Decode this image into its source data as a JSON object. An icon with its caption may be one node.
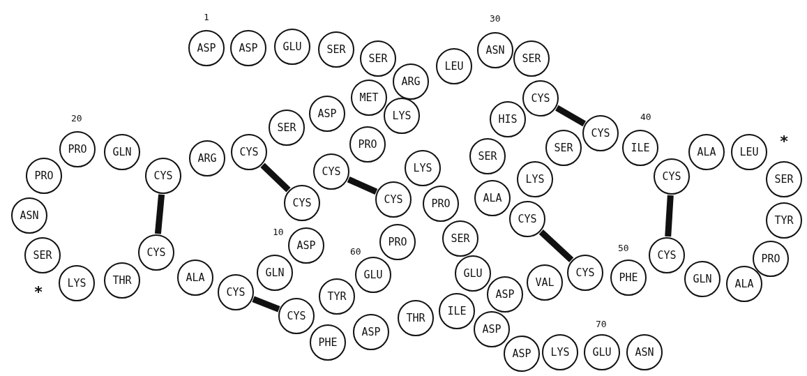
{
  "diagram": {
    "nodes": [
      {
        "text": [
          "ASP"
        ]
      },
      {
        "text": [
          "ASP"
        ]
      },
      {
        "text": [
          "GLU"
        ]
      },
      {
        "text": [
          "SER"
        ]
      },
      {
        "text": [
          "ASN"
        ]
      },
      {
        "text": [
          "SER"
        ]
      },
      {
        "text": [
          "SER"
        ]
      },
      {
        "text": [
          "LEU"
        ]
      },
      {
        "text": [
          "ARG"
        ]
      },
      {
        "text": [
          "MET"
        ]
      },
      {
        "text": [
          "CYS"
        ]
      },
      {
        "text": [
          "ASP"
        ]
      },
      {
        "text": [
          "LYS"
        ]
      },
      {
        "text": [
          "HIS"
        ]
      },
      {
        "text": [
          "SER"
        ]
      },
      {
        "text": [
          "CYS"
        ]
      },
      {
        "text": [
          "PRO"
        ]
      },
      {
        "text": [
          "PRO"
        ]
      },
      {
        "text": [
          "SER"
        ]
      },
      {
        "text": [
          "ILE"
        ]
      },
      {
        "text": [
          "GLN"
        ]
      },
      {
        "text": [
          "CYS"
        ]
      },
      {
        "text": [
          "ALA"
        ]
      },
      {
        "text": [
          "LEU"
        ]
      },
      {
        "text": [
          "SER"
        ]
      },
      {
        "text": [
          "ARG"
        ]
      },
      {
        "text": [
          "LYS"
        ]
      },
      {
        "text": [
          "CYS"
        ]
      },
      {
        "text": [
          "PRO"
        ]
      },
      {
        "text": [
          "CYS"
        ]
      },
      {
        "text": [
          "CYS"
        ]
      },
      {
        "text": [
          "LYS"
        ]
      },
      {
        "text": [
          "SER"
        ]
      },
      {
        "text": [
          "ALA"
        ]
      },
      {
        "text": [
          "CYS"
        ]
      },
      {
        "text": [
          "CYS"
        ]
      },
      {
        "text": [
          "PRO"
        ]
      },
      {
        "text": [
          "ASN"
        ]
      },
      {
        "text": [
          "CYS"
        ]
      },
      {
        "text": [
          "TYR"
        ]
      },
      {
        "text": [
          "PRO"
        ]
      },
      {
        "text": [
          "SER"
        ]
      },
      {
        "text": [
          "ASP"
        ]
      },
      {
        "text": [
          "CYS"
        ]
      },
      {
        "text": [
          "SER"
        ]
      },
      {
        "text": [
          "CYS"
        ]
      },
      {
        "text": [
          "PRO"
        ]
      },
      {
        "text": [
          "GLN"
        ]
      },
      {
        "text": [
          "CYS"
        ]
      },
      {
        "text": [
          "GLU"
        ]
      },
      {
        "text": [
          "ALA"
        ]
      },
      {
        "text": [
          "PHE"
        ]
      },
      {
        "text": [
          "GLN"
        ]
      },
      {
        "text": [
          "GLU"
        ]
      },
      {
        "text": [
          "THR"
        ]
      },
      {
        "text": [
          "VAL"
        ]
      },
      {
        "text": [
          "LYS"
        ]
      },
      {
        "text": [
          "ALA"
        ]
      },
      {
        "text": [
          "CYS"
        ]
      },
      {
        "text": [
          "ASP"
        ]
      },
      {
        "text": [
          "TYR"
        ]
      },
      {
        "text": [
          "ILE"
        ]
      },
      {
        "text": [
          "CYS"
        ]
      },
      {
        "text": [
          "THR"
        ]
      },
      {
        "text": [
          "ASP"
        ]
      },
      {
        "text": [
          "ASP"
        ]
      },
      {
        "text": [
          "PHE"
        ]
      },
      {
        "text": [
          "ASP"
        ]
      },
      {
        "text": [
          "LYS"
        ]
      },
      {
        "text": [
          "GLU"
        ]
      },
      {
        "text": [
          "ASN"
        ]
      }
    ],
    "edges": [
      {
        "from": 10,
        "to": 15,
        "arrow": "none"
      },
      {
        "from": 21,
        "to": 35,
        "arrow": "none"
      },
      {
        "from": 27,
        "to": 34,
        "arrow": "none"
      },
      {
        "from": 29,
        "to": 43,
        "arrow": "none"
      },
      {
        "from": 30,
        "to": 45,
        "arrow": "none"
      },
      {
        "from": 38,
        "to": 48,
        "arrow": "none"
      },
      {
        "from": 58,
        "to": 62,
        "arrow": "none"
      }
    ],
    "labels": [
      "1",
      "30",
      "40",
      "20",
      "*",
      "10",
      "50",
      "60",
      "*",
      "70"
    ]
  }
}
